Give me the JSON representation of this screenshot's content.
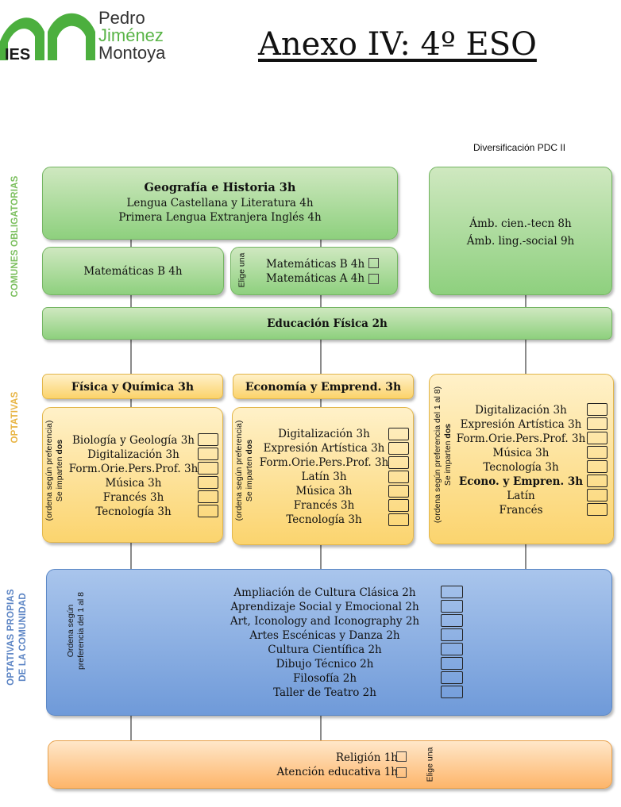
{
  "logo": {
    "ies": "IES",
    "line1": "Pedro",
    "line2": "Jiménez",
    "line3": "Montoya"
  },
  "title": "Anexo IV: 4º ESO",
  "pdc_label": "Diversificación PDC II",
  "sections": {
    "comunes": "COMUNES OBLIGATORIAS",
    "optativas": "OPTATIVAS",
    "propias_1": "OPTATIVAS PROPIAS",
    "propias_2": "DE LA COMUNIDAD"
  },
  "comunes_box": {
    "title": "Geografía e Historia 3h",
    "line2": "Lengua Castellana y Literatura 4h",
    "line3": "Primera Lengua Extranjera Inglés 4h"
  },
  "matematicas_b": "Matemáticas B 4h",
  "elige_una": {
    "label": "Elige una",
    "options": [
      "Matemáticas B 4h",
      "Matemáticas A 4h"
    ]
  },
  "pdc_box": {
    "line1": "Ámb. cien.-tecn 8h",
    "line2": "Ámb. ling.-social 9h"
  },
  "educacion_fisica": "Educación Física 2h",
  "col1": {
    "header": "Física y Química 3h",
    "note1": "(ordena según preferencia)",
    "note2_pre": "Se imparten ",
    "note2_bold": "dos",
    "items": [
      "Biología y Geología 3h",
      "Digitalización 3h",
      "Form.Orie.Pers.Prof. 3h",
      "Música 3h",
      "Francés 3h",
      "Tecnología 3h"
    ]
  },
  "col2": {
    "header": "Economía y Emprend. 3h",
    "note1": "(ordena según preferencia)",
    "note2_pre": "Se imparten ",
    "note2_bold": "dos",
    "items": [
      "Digitalización 3h",
      "Expresión Artística 3h",
      "Form.Orie.Pers.Prof. 3h",
      "Latín 3h",
      "Música 3h",
      "Francés 3h",
      "Tecnología 3h"
    ]
  },
  "col3": {
    "note1": "(ordena según preferencia del 1 al 8)",
    "note2_pre": "Se imparten ",
    "note2_bold": "dos",
    "items": [
      "Digitalización 3h",
      "Expresión Artística 3h",
      "Form.Orie.Pers.Prof. 3h",
      "Música 3h",
      "Tecnología 3h",
      "Econo. y Empren. 3h",
      "Latín",
      "Francés"
    ]
  },
  "propias": {
    "note1": "Ordena según",
    "note2": "preferencia del 1 al 8",
    "items": [
      "Ampliación de Cultura Clásica 2h",
      "Aprendizaje Social y Emocional 2h",
      "Art, Iconology and Iconography 2h",
      "Artes Escénicas y Danza 2h",
      "Cultura Científica 2h",
      "Dibujo Técnico 2h",
      "Filosofía 2h",
      "Taller de Teatro 2h"
    ]
  },
  "religion": {
    "options": [
      "Religión 1h",
      "Atención educativa 1h"
    ],
    "label": "Elige una"
  },
  "colors": {
    "green": "#8ed07e",
    "yellow": "#fbd36a",
    "blue": "#6f9ad9",
    "orange": "#fdb56a",
    "side_green": "#7bbf5e",
    "side_yellow": "#e8b443",
    "side_blue": "#5b84c4"
  }
}
